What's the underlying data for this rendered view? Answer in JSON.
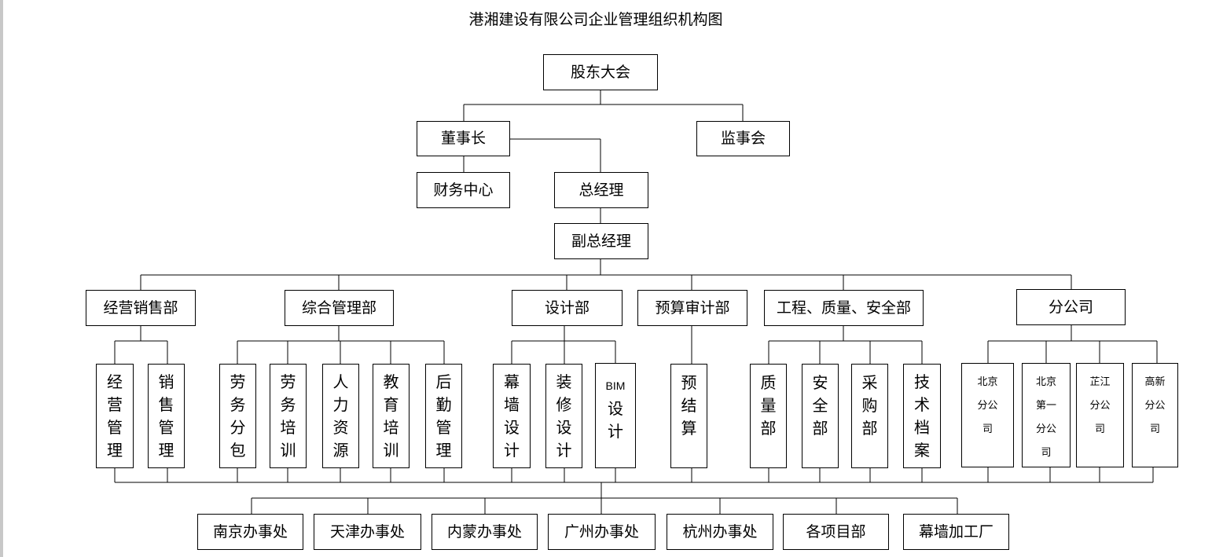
{
  "title": "港湘建设有限公司企业管理组织机构图",
  "org": {
    "top": "股东大会",
    "chairman": "董事长",
    "supervisory": "监事会",
    "finance": "财务中心",
    "gm": "总经理",
    "deputy_gm": "副总经理",
    "departments": {
      "sales": "经营销售部",
      "admin": "综合管理部",
      "design": "设计部",
      "budget": "预算审计部",
      "engineering": "工程、质量、安全部",
      "branches": "分公司"
    },
    "units": {
      "u1": [
        "经",
        "营",
        "管",
        "理"
      ],
      "u2": [
        "销",
        "售",
        "管",
        "理"
      ],
      "u3": [
        "劳",
        "务",
        "分",
        "包"
      ],
      "u4": [
        "劳",
        "务",
        "培",
        "训"
      ],
      "u5": [
        "人",
        "力",
        "资",
        "源"
      ],
      "u6": [
        "教",
        "育",
        "培",
        "训"
      ],
      "u7": [
        "后",
        "勤",
        "管",
        "理"
      ],
      "u8": [
        "幕",
        "墙",
        "设",
        "计"
      ],
      "u9": [
        "装",
        "修",
        "设",
        "计"
      ],
      "u10": [
        "BIM",
        "设",
        "计"
      ],
      "u11": [
        "预",
        "结",
        "算"
      ],
      "u12": [
        "质",
        "量",
        "部"
      ],
      "u13": [
        "安",
        "全",
        "部"
      ],
      "u14": [
        "采",
        "购",
        "部"
      ],
      "u15": [
        "技",
        "术",
        "档",
        "案"
      ],
      "u16": [
        "北京",
        "分公",
        "司"
      ],
      "u17": [
        "北京",
        "第一",
        "分公",
        "司"
      ],
      "u18": [
        "芷江",
        "分公",
        "司"
      ],
      "u19": [
        "高新",
        "分公",
        "司"
      ]
    },
    "offices": [
      "南京办事处",
      "天津办事处",
      "内蒙办事处",
      "广州办事处",
      "杭州办事处",
      "各项目部",
      "幕墙加工厂"
    ]
  }
}
